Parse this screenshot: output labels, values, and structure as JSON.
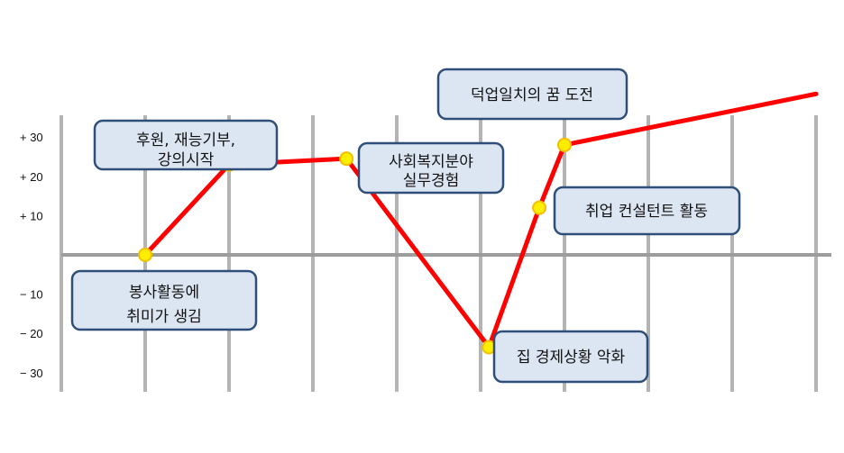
{
  "chart_data": {
    "type": "line",
    "ylim": [
      -35,
      35
    ],
    "y_ticks": [
      {
        "value": 30,
        "label": "+ 30"
      },
      {
        "value": 20,
        "label": "+ 20"
      },
      {
        "value": 10,
        "label": "+ 10"
      },
      {
        "value": -10,
        "label": "− 10"
      },
      {
        "value": -20,
        "label": "− 20"
      },
      {
        "value": -30,
        "label": "− 30"
      }
    ],
    "x_gridline_count": 10,
    "grid": true,
    "series": [
      {
        "color": "#ff0000",
        "marker_color": "#ffee00",
        "points": [
          {
            "x": 1,
            "y": 0,
            "marker": true
          },
          {
            "x": 2,
            "y": 23,
            "marker": true
          },
          {
            "x": 3.4,
            "y": 24.5,
            "marker": true
          },
          {
            "x": 5.1,
            "y": -23.5,
            "marker": true
          },
          {
            "x": 5.7,
            "y": 12,
            "marker": true
          },
          {
            "x": 6.0,
            "y": 28,
            "marker": true
          },
          {
            "x": 9.0,
            "y": 41,
            "marker": false
          }
        ]
      }
    ],
    "annotations": [
      {
        "lines": [
          "봉사활동에",
          "취미가 생김"
        ]
      },
      {
        "lines": [
          "후원, 재능기부,",
          "강의시작"
        ]
      },
      {
        "lines": [
          "사회복지분야",
          "실무경험"
        ]
      },
      {
        "lines": [
          "집 경제상황 악화"
        ]
      },
      {
        "lines": [
          "취업 컨설턴트 활동"
        ]
      },
      {
        "lines": [
          "덕업일치의 꿈 도전"
        ]
      }
    ]
  }
}
